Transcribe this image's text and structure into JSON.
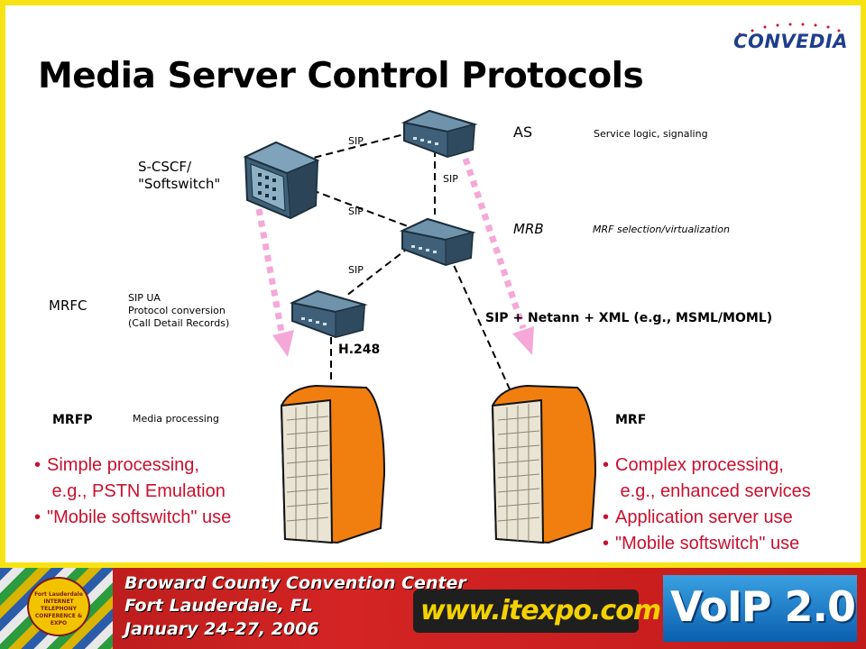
{
  "logo": {
    "text": "CONVEDIA"
  },
  "title": "Media Server Control Protocols",
  "nodes": {
    "as": {
      "label": "AS",
      "desc": "Service logic, signaling"
    },
    "mrb": {
      "label": "MRB",
      "desc": "MRF selection/virtualization"
    },
    "scscf": {
      "label": "S-CSCF/\n\"Softswitch\""
    },
    "mrfc": {
      "label": "MRFC",
      "desc": "SIP UA\nProtocol conversion\n(Call Detail Records)"
    },
    "mrfp": {
      "label": "MRFP",
      "desc": "Media processing"
    },
    "mrf": {
      "label": "MRF"
    }
  },
  "links": {
    "sip_1": "SIP",
    "sip_2": "SIP",
    "sip_3": "SIP",
    "sip_4": "SIP",
    "h248": "H.248",
    "sip_netann": "SIP + Netann + XML (e.g., MSML/MOML)"
  },
  "bullets_left": [
    "Simple processing,\n e.g., PSTN Emulation",
    "\"Mobile softswitch\" use"
  ],
  "bullets_right": [
    "Complex processing,\n e.g., enhanced services",
    "Application server use",
    "\"Mobile softswitch\" use"
  ],
  "banner": {
    "badge": "Fort Lauderdale INTERNET TELEPHONY CONFERENCE & EXPO",
    "line1": "Broward County Convention Center",
    "line2": "Fort Lauderdale, FL",
    "line3": "January 24-27, 2006",
    "url": "www.itexpo.com",
    "voip": "VoIP 2.0"
  },
  "colors": {
    "frame": "#f7e313",
    "bullet_text": "#c8102e",
    "device_blue": "#4d7088",
    "server_orange": "#f07f0f",
    "arrow_pink": "#f5a8d8",
    "logo_blue": "#1f3e8c"
  }
}
